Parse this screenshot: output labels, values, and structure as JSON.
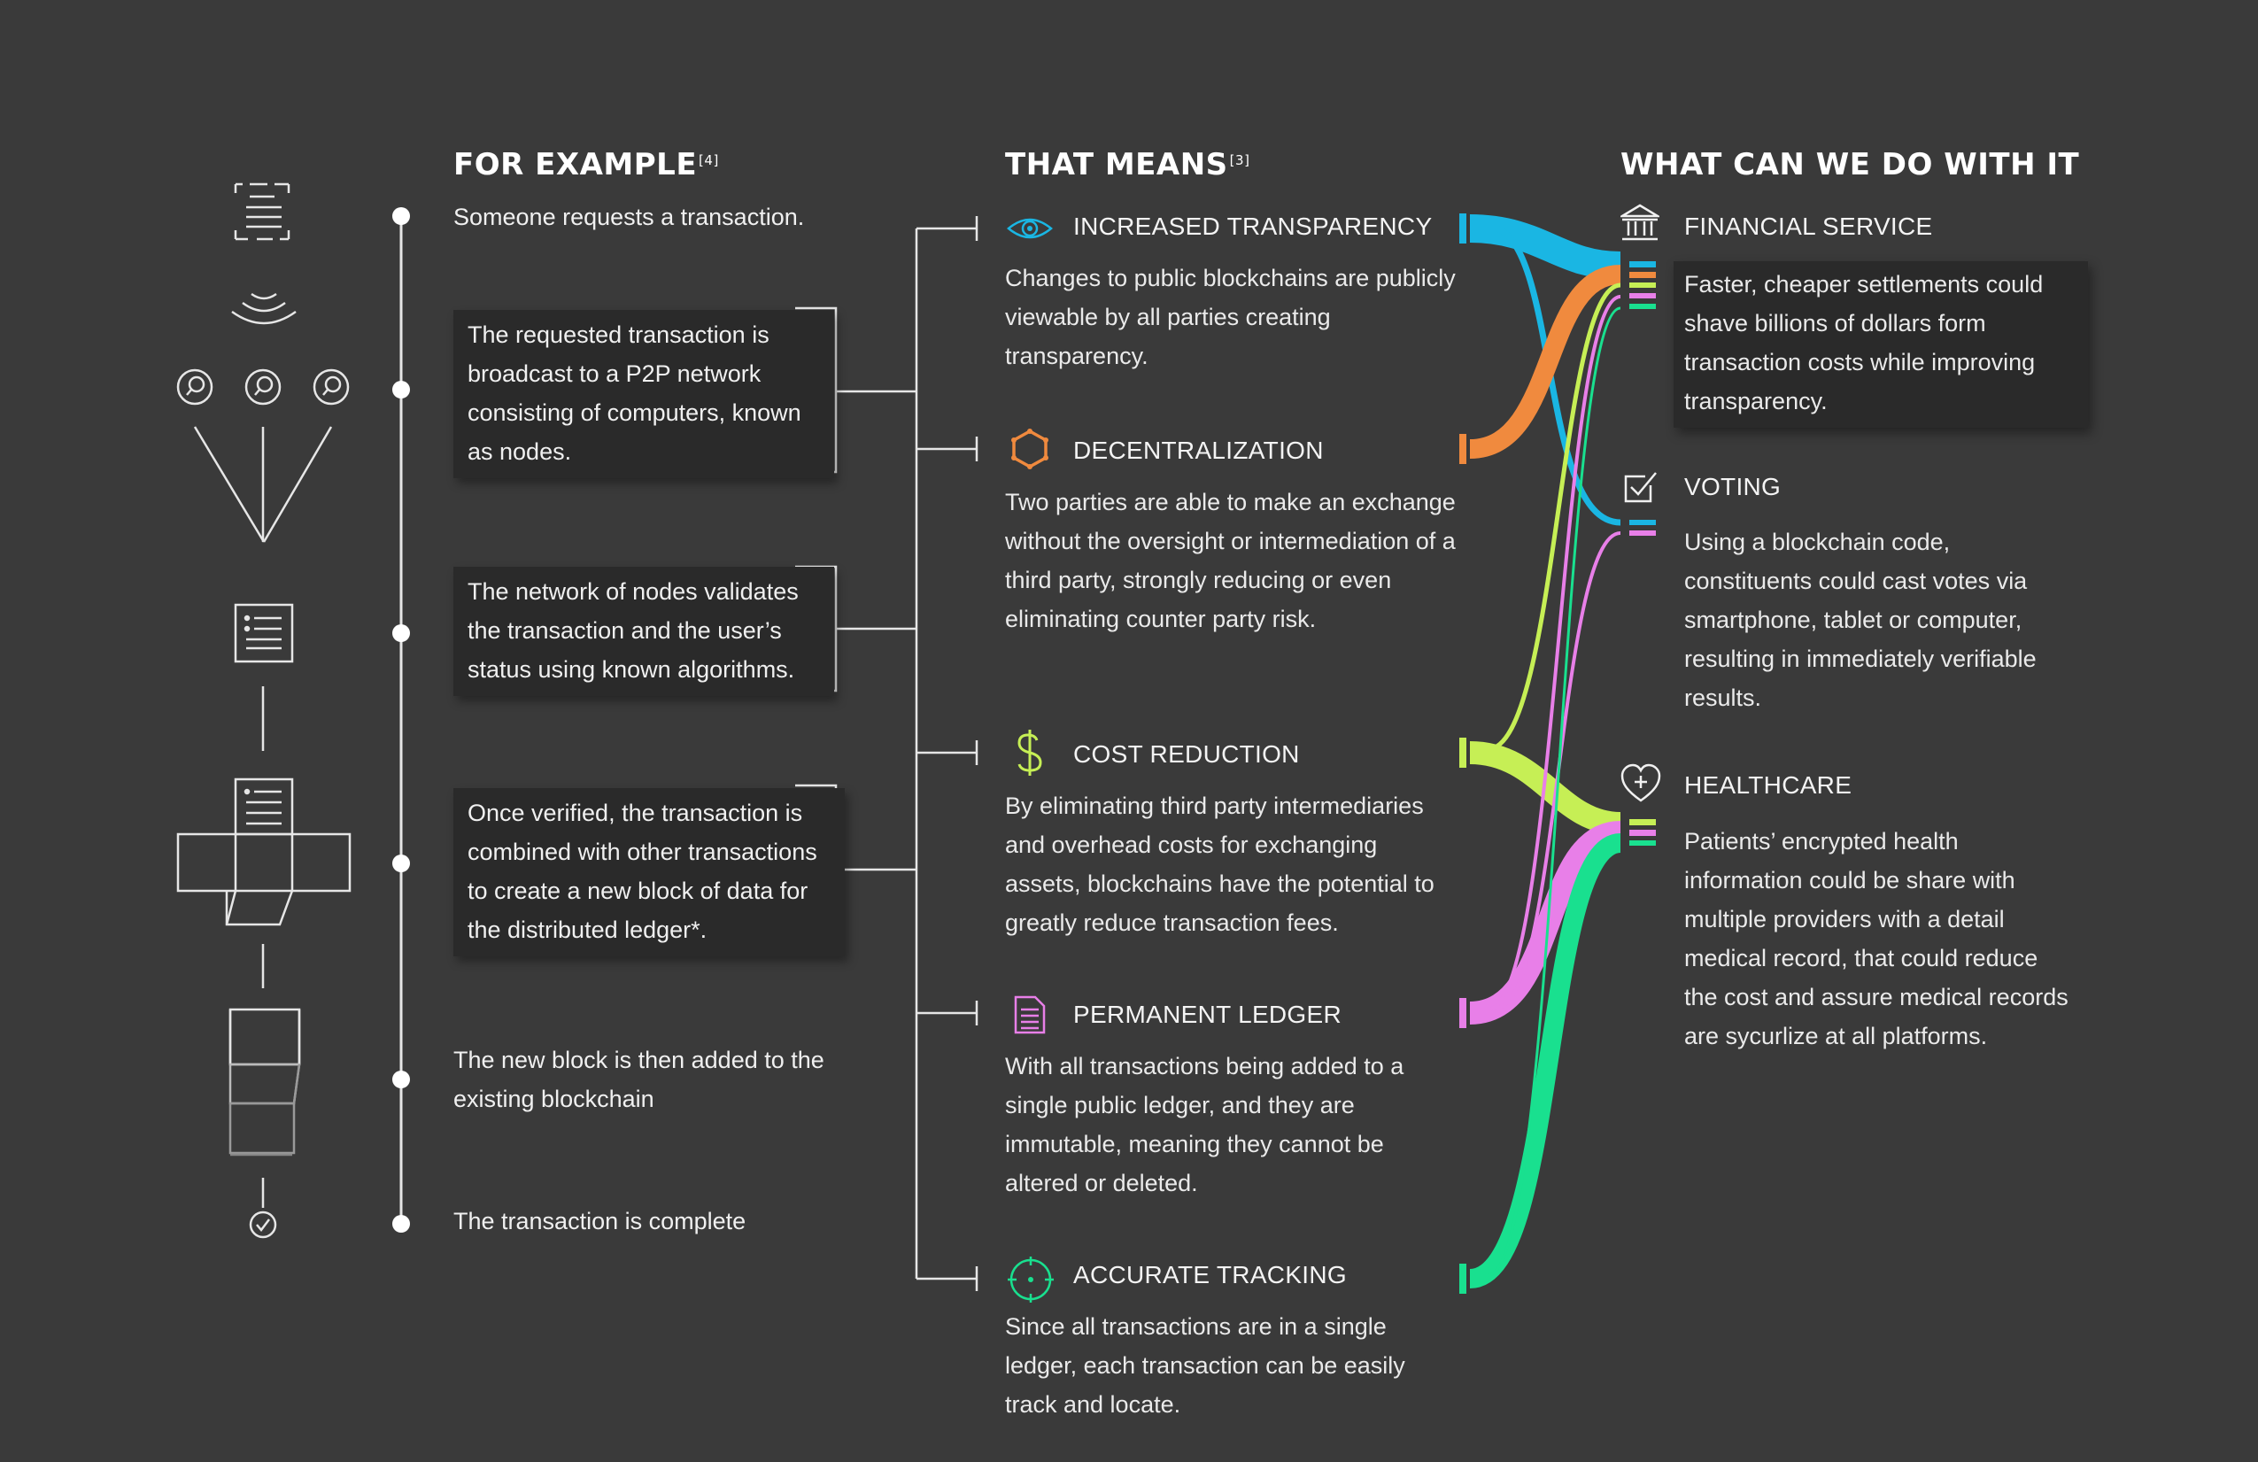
{
  "headings": {
    "for_example": "FOR EXAMPLE",
    "for_example_ref": "[4]",
    "that_means": "THAT MEANS",
    "that_means_ref": "[3]",
    "what_can_we_do": "WHAT CAN WE DO WITH IT"
  },
  "steps": [
    "Someone requests a transaction.",
    "The requested transaction is broadcast to a P2P network consisting of computers, known as nodes.",
    "The network of nodes validates the transaction and the user’s status using known algorithms.",
    "Once verified, the transaction is combined with other transactions to create a new block of data for the distributed ledger*.",
    "The new block is then added to the existing blockchain",
    "The transaction is complete"
  ],
  "meanings": [
    {
      "title": "INCREASED TRANSPARENCY",
      "icon": "eye-icon",
      "color": "#1ab6e3",
      "body": "Changes to public blockchains are publicly viewable by all parties creating transparency."
    },
    {
      "title": "DECENTRALIZATION",
      "icon": "hexagon-icon",
      "color": "#f08a3e",
      "body": "Two parties are able to make an exchange without the oversight or intermediation of a third party, strongly reducing or even eliminating counter party risk."
    },
    {
      "title": "COST REDUCTION",
      "icon": "dollar-icon",
      "color": "#c6ef55",
      "body": "By eliminating third party intermediaries and overhead costs for exchanging assets, blockchains have the potential to greatly reduce transaction fees."
    },
    {
      "title": "PERMANENT LEDGER",
      "icon": "ledger-icon",
      "color": "#e87fe8",
      "body": "With all transactions being added to a single public ledger, and they are immutable, meaning they cannot be altered or deleted."
    },
    {
      "title": "ACCURATE TRACKING",
      "icon": "crosshair-icon",
      "color": "#19e08f",
      "body": "Since all transactions are in a single ledger, each transaction can be easily track and locate."
    }
  ],
  "uses": [
    {
      "title": "FINANCIAL SERVICE",
      "icon": "bank-icon",
      "body": "Faster, cheaper settlements could shave billions of dollars form transaction costs while improving transparency."
    },
    {
      "title": "VOTING",
      "icon": "checkbox-icon",
      "body": "Using a blockchain code, constituents could cast votes via smartphone, tablet or computer, resulting in immediately verifiable results."
    },
    {
      "title": "HEALTHCARE",
      "icon": "heart-plus-icon",
      "body": "Patients’ encrypted health information could be share with multiple providers with a detail medical record, that could reduce the cost and assure medical records are sycurlize at all platforms."
    }
  ]
}
